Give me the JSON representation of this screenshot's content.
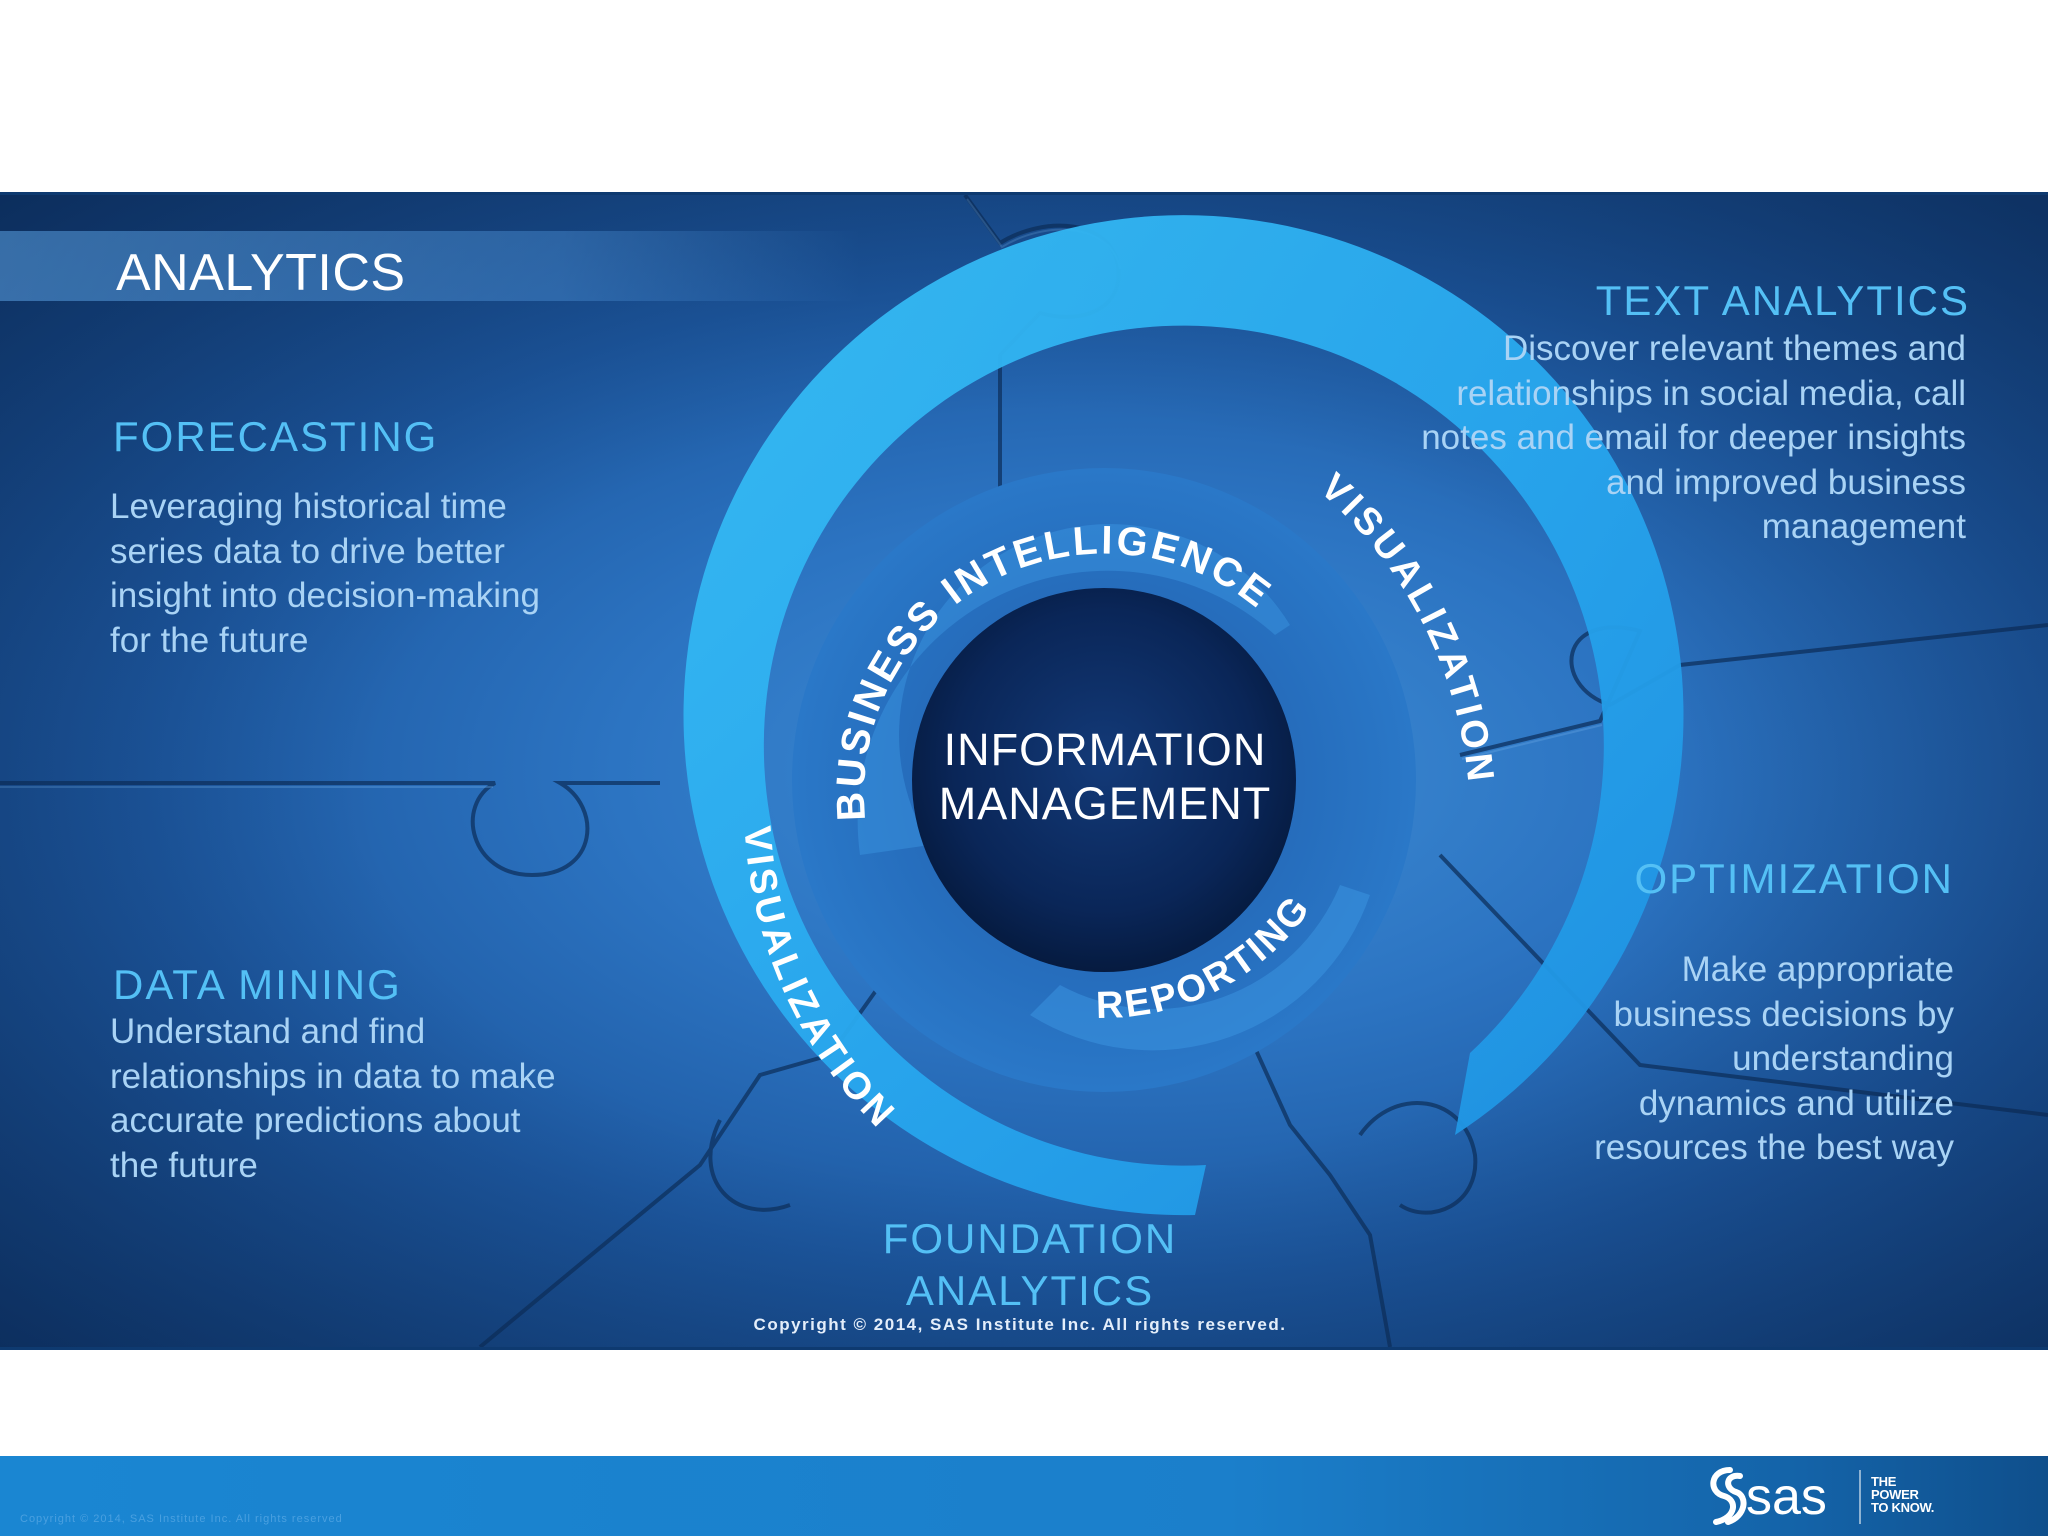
{
  "slide": {
    "title": "ANALYTICS",
    "panel_copyright": "Copyright © 2014, SAS Institute Inc. All rights reserved."
  },
  "sections": {
    "forecasting": {
      "heading": "FORECASTING",
      "lines": [
        "Leveraging historical time",
        "series data to drive better",
        "insight into decision-making",
        "for the future"
      ]
    },
    "data_mining": {
      "heading": "DATA MINING",
      "lines": [
        "Understand and find",
        "relationships in data to make",
        "accurate predictions about",
        "the future"
      ]
    },
    "text_analytics": {
      "heading": "TEXT ANALYTICS",
      "lines": [
        "Discover relevant themes and",
        "relationships in social media, call",
        "notes and email for deeper insights",
        "and improved business",
        "management"
      ]
    },
    "optimization": {
      "heading": "OPTIMIZATION",
      "lines": [
        "Make appropriate",
        "business decisions by",
        "understanding",
        "dynamics and utilize",
        "resources the best way"
      ]
    }
  },
  "wheel": {
    "center_lines": [
      "INFORMATION",
      "MANAGEMENT"
    ],
    "inner_ring": {
      "top_label": "BUSINESS INTELLIGENCE",
      "bottom_label": "REPORTING"
    },
    "outer_ring": {
      "right_label": "VISUALIZATION",
      "left_label": "VISUALIZATION"
    },
    "foundation_lines": [
      "FOUNDATION",
      "ANALYTICS"
    ]
  },
  "footer": {
    "copyright": "Copyright © 2014, SAS Institute Inc. All rights reserved",
    "logo_text": "sas",
    "tagline": [
      "THE",
      "POWER",
      "TO KNOW."
    ]
  },
  "colors": {
    "background_light": "#3f8ed6",
    "background_dark": "#123f78",
    "heading_blue": "#54c0f5",
    "body_text": "#a9d3f5",
    "ring_outer": "#29aef0",
    "ring_inner": "#2f8fdc",
    "core_dark": "#061c46",
    "footer_blue": "#1a86d2"
  }
}
